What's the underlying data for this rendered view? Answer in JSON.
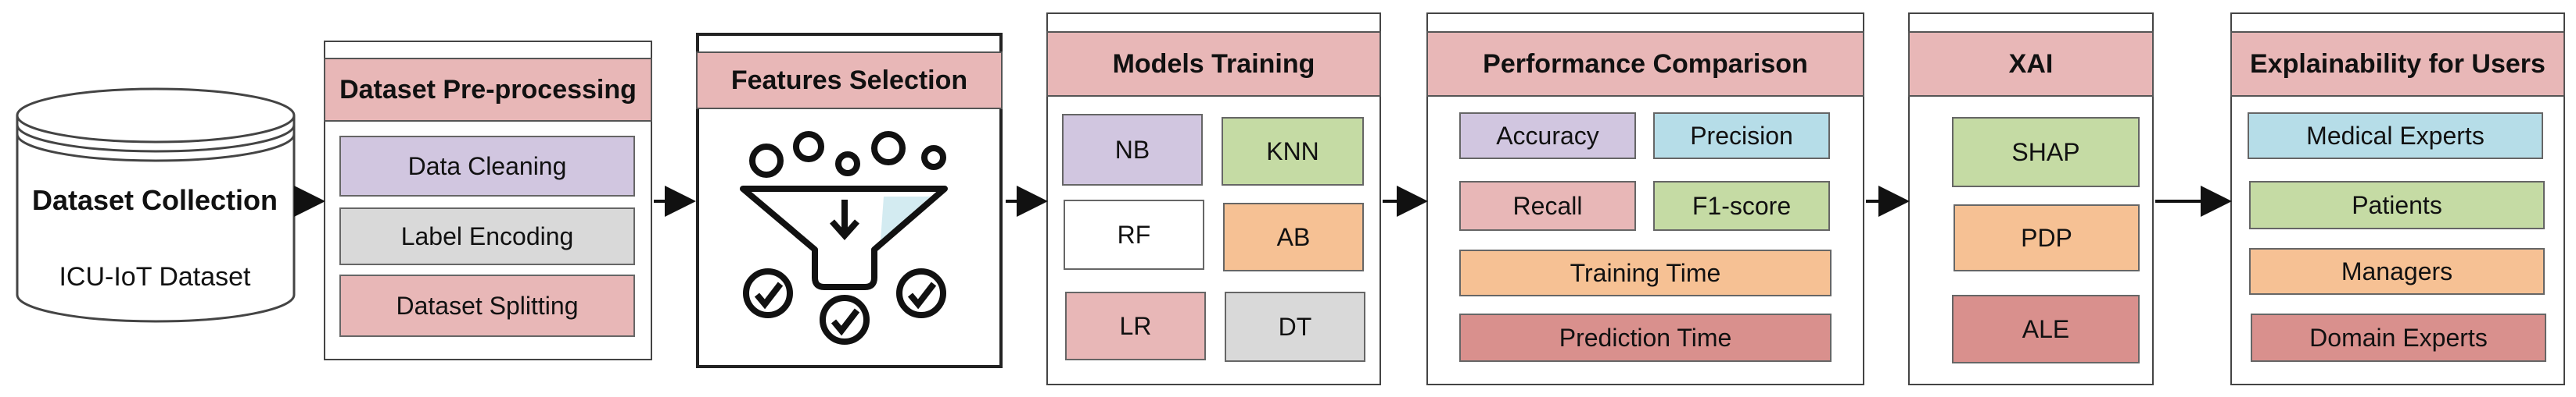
{
  "dataset_collection": {
    "title": "Dataset Collection",
    "subtitle": "ICU-IoT Dataset"
  },
  "preprocessing": {
    "header": "Dataset Pre-processing",
    "items": [
      "Data Cleaning",
      "Label Encoding",
      "Dataset Splitting"
    ]
  },
  "features": {
    "header": "Features Selection",
    "icon": "funnel-filter-icon"
  },
  "models": {
    "header": "Models Training",
    "items": [
      "NB",
      "KNN",
      "RF",
      "AB",
      "LR",
      "DT"
    ]
  },
  "performance": {
    "header": "Performance Comparison",
    "items": [
      "Accuracy",
      "Precision",
      "Recall",
      "F1-score",
      "Training Time",
      "Prediction Time"
    ]
  },
  "xai": {
    "header": "XAI",
    "items": [
      "SHAP",
      "PDP",
      "ALE"
    ]
  },
  "explainability": {
    "header": "Explainability for Users",
    "items": [
      "Medical Experts",
      "Patients",
      "Managers",
      "Domain Experts"
    ]
  },
  "colors": {
    "header": "#e8b7b7",
    "purple": "#d1c6e0",
    "gray": "#d9d9d9",
    "green": "#c5dba4",
    "orange": "#f6c194",
    "blue": "#b6dde8",
    "rose": "#d9908d"
  }
}
